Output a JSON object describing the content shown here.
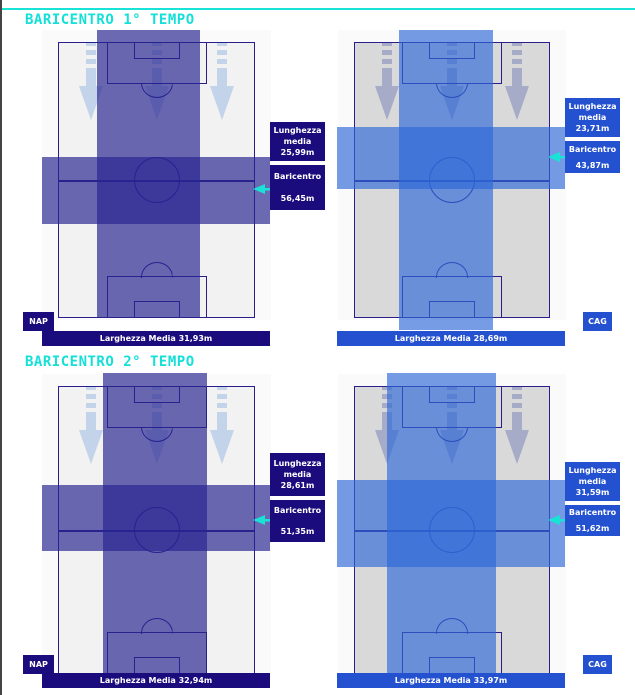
{
  "sections": [
    {
      "title": "BARICENTRO 1° TEMPO"
    },
    {
      "title": "BARICENTRO 2° TEMPO"
    }
  ],
  "panels": [
    {
      "team": "NAP",
      "lunghezza": "Lunghezza media 25,99m",
      "baricentro_label": "Baricentro",
      "baricentro_value": "56,45m",
      "larghezza": "Larghezza Media 31,93m",
      "color": "#1a0c7c",
      "band": "rgba(40,35,145,0.68)",
      "field_bg": "#f2f2f2",
      "arrow_color": "#c3d3ea"
    },
    {
      "team": "CAG",
      "lunghezza": "Lunghezza media 23,71m",
      "baricentro_label": "Baricentro",
      "baricentro_value": "43,87m",
      "larghezza": "Larghezza Media 28,69m",
      "color": "#2451d0",
      "band": "rgba(45,105,215,0.66)",
      "field_bg": "#d9d9d9",
      "arrow_color": "#a6abc8"
    },
    {
      "team": "NAP",
      "lunghezza": "Lunghezza media 28,61m",
      "baricentro_label": "Baricentro",
      "baricentro_value": "51,35m",
      "larghezza": "Larghezza Media 32,94m",
      "color": "#1a0c7c",
      "band": "rgba(40,35,145,0.68)",
      "field_bg": "#f2f2f2",
      "arrow_color": "#c3d3ea"
    },
    {
      "team": "CAG",
      "lunghezza": "Lunghezza media 31,59m",
      "baricentro_label": "Baricentro",
      "baricentro_value": "51,62m",
      "larghezza": "Larghezza Media 33,97m",
      "color": "#2451d0",
      "band": "rgba(45,105,215,0.66)",
      "field_bg": "#d9d9d9",
      "arrow_color": "#a6abc8"
    }
  ],
  "accent": "#19e3d6"
}
